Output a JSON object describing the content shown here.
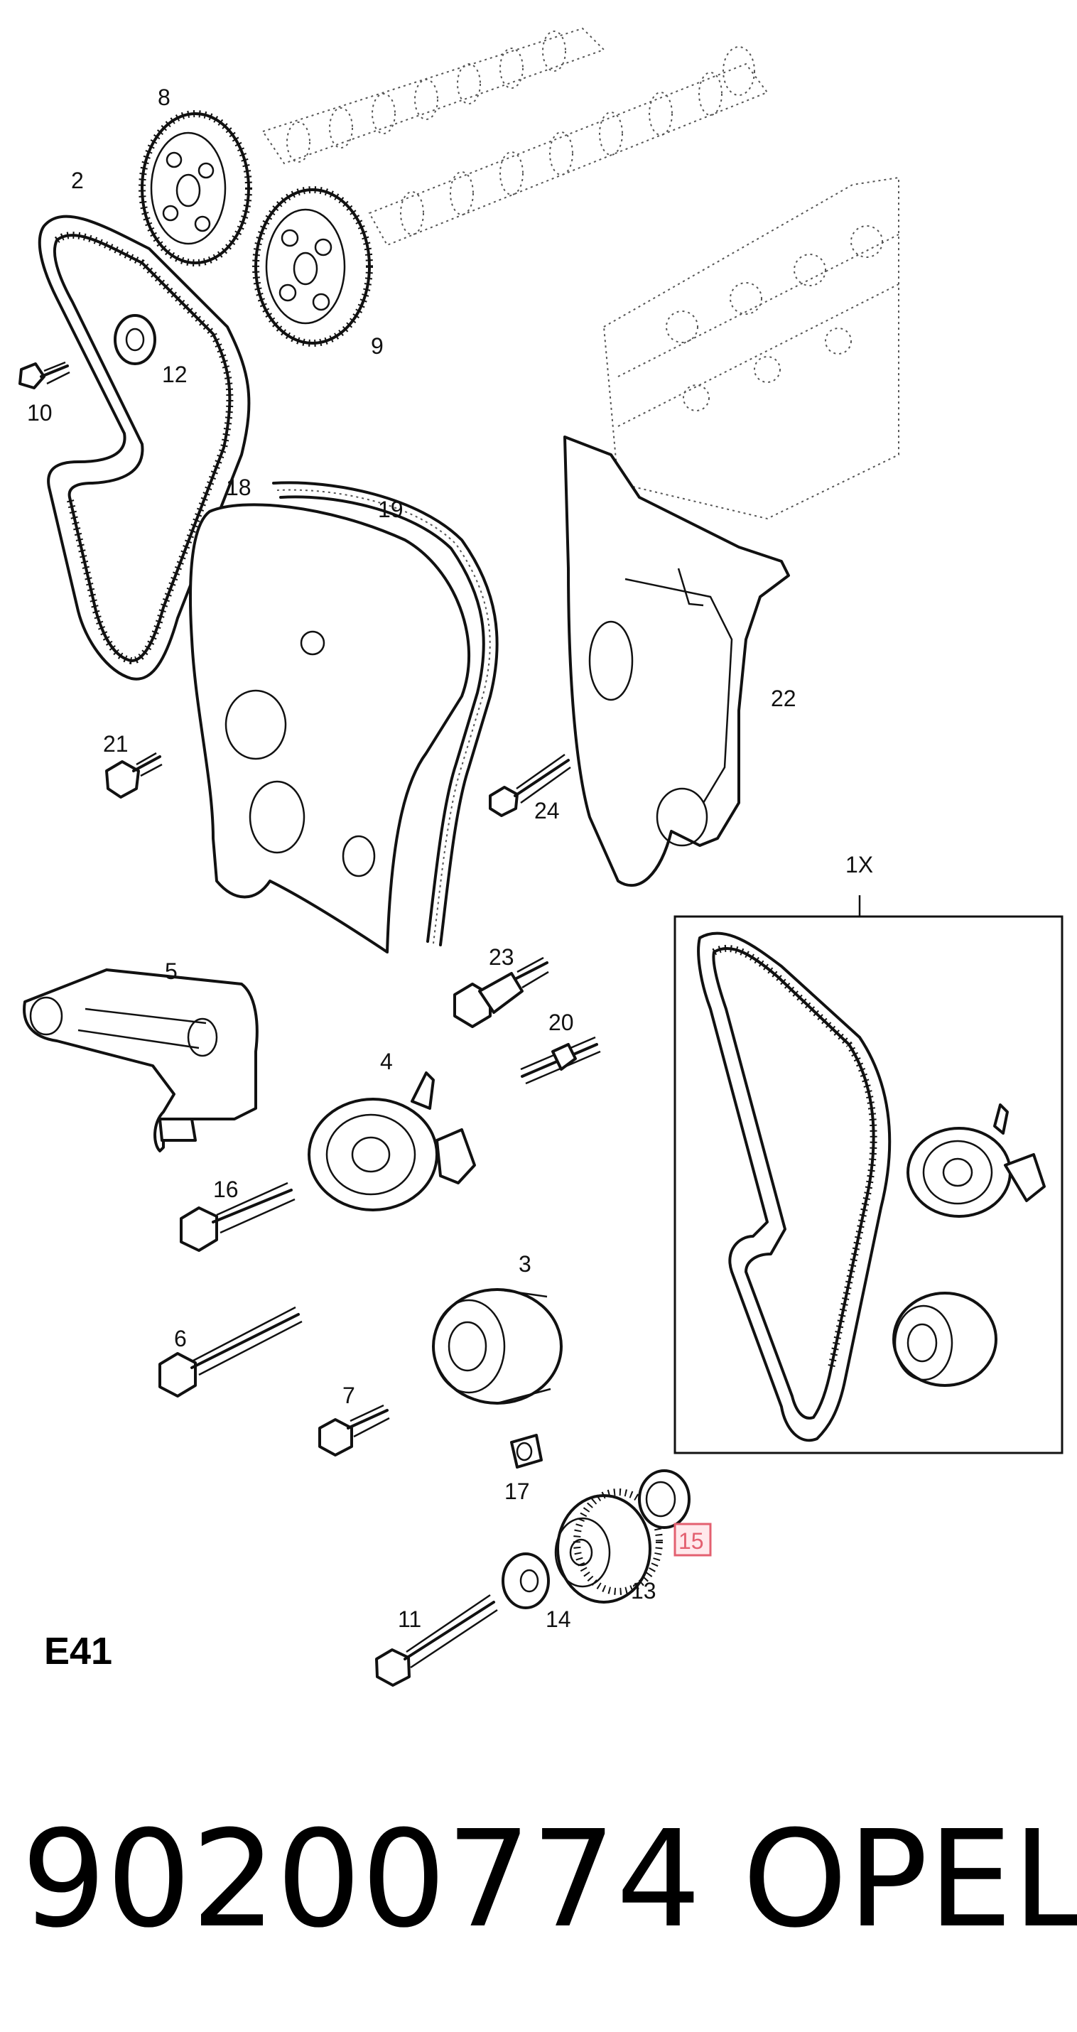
{
  "diagram": {
    "section_code": "E41",
    "highlight_color": "#e36070",
    "highlighted_part": "15",
    "kit_label": "1X",
    "part_labels": {
      "p8": "8",
      "p2": "2",
      "p9": "9",
      "p12": "12",
      "p10": "10",
      "p18": "18",
      "p19": "19",
      "p22": "22",
      "p21": "21",
      "p24": "24",
      "p5": "5",
      "p23": "23",
      "p20": "20",
      "p4": "4",
      "p16": "16",
      "p3": "3",
      "p6": "6",
      "p7": "7",
      "p17": "17",
      "p15": "15",
      "p13": "13",
      "p14": "14",
      "p11": "11"
    }
  },
  "footer": {
    "part_number": "90200774",
    "brand": "OPEL"
  }
}
